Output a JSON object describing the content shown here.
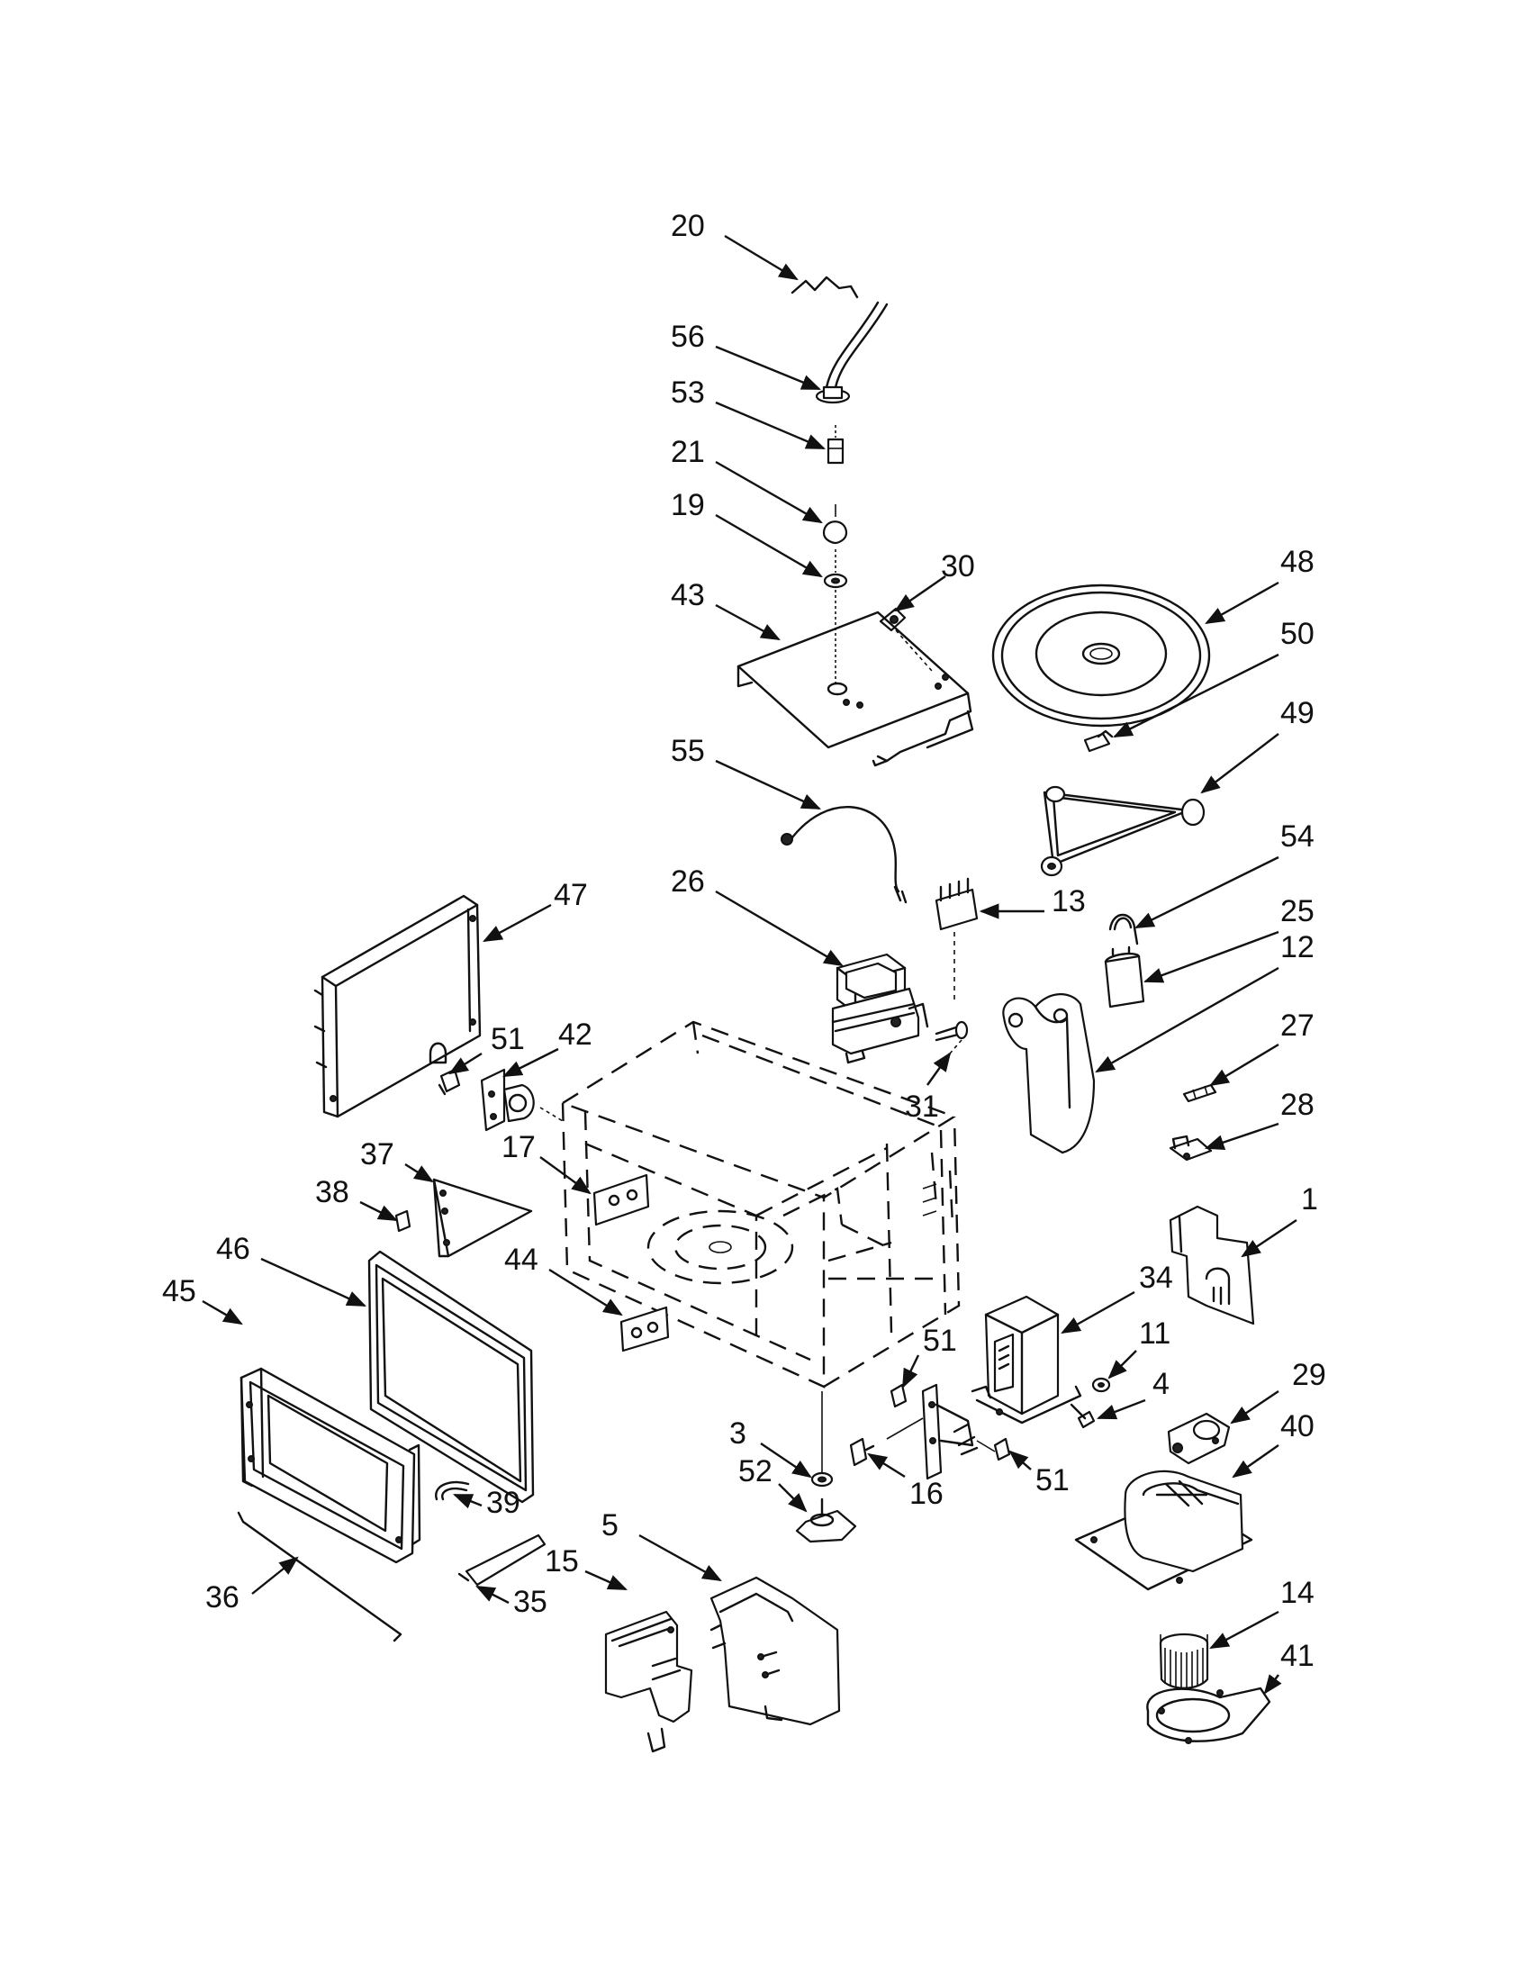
{
  "callouts": [
    {
      "id": "20",
      "label": "20"
    },
    {
      "id": "56",
      "label": "56"
    },
    {
      "id": "53",
      "label": "53"
    },
    {
      "id": "21",
      "label": "21"
    },
    {
      "id": "19",
      "label": "19"
    },
    {
      "id": "30",
      "label": "30"
    },
    {
      "id": "43",
      "label": "43"
    },
    {
      "id": "48",
      "label": "48"
    },
    {
      "id": "50",
      "label": "50"
    },
    {
      "id": "49",
      "label": "49"
    },
    {
      "id": "55",
      "label": "55"
    },
    {
      "id": "54",
      "label": "54"
    },
    {
      "id": "26",
      "label": "26"
    },
    {
      "id": "13",
      "label": "13"
    },
    {
      "id": "25",
      "label": "25"
    },
    {
      "id": "12",
      "label": "12"
    },
    {
      "id": "47",
      "label": "47"
    },
    {
      "id": "51a",
      "label": "51"
    },
    {
      "id": "42",
      "label": "42"
    },
    {
      "id": "27",
      "label": "27"
    },
    {
      "id": "31",
      "label": "31"
    },
    {
      "id": "28",
      "label": "28"
    },
    {
      "id": "17",
      "label": "17"
    },
    {
      "id": "37",
      "label": "37"
    },
    {
      "id": "38",
      "label": "38"
    },
    {
      "id": "1",
      "label": "1"
    },
    {
      "id": "46",
      "label": "46"
    },
    {
      "id": "44",
      "label": "44"
    },
    {
      "id": "34",
      "label": "34"
    },
    {
      "id": "45",
      "label": "45"
    },
    {
      "id": "51b",
      "label": "51"
    },
    {
      "id": "11",
      "label": "11"
    },
    {
      "id": "4",
      "label": "4"
    },
    {
      "id": "29",
      "label": "29"
    },
    {
      "id": "3",
      "label": "3"
    },
    {
      "id": "40",
      "label": "40"
    },
    {
      "id": "52",
      "label": "52"
    },
    {
      "id": "16",
      "label": "16"
    },
    {
      "id": "51c",
      "label": "51"
    },
    {
      "id": "39",
      "label": "39"
    },
    {
      "id": "36",
      "label": "36"
    },
    {
      "id": "35",
      "label": "35"
    },
    {
      "id": "5",
      "label": "5"
    },
    {
      "id": "15",
      "label": "15"
    },
    {
      "id": "14",
      "label": "14"
    },
    {
      "id": "41",
      "label": "41"
    }
  ]
}
